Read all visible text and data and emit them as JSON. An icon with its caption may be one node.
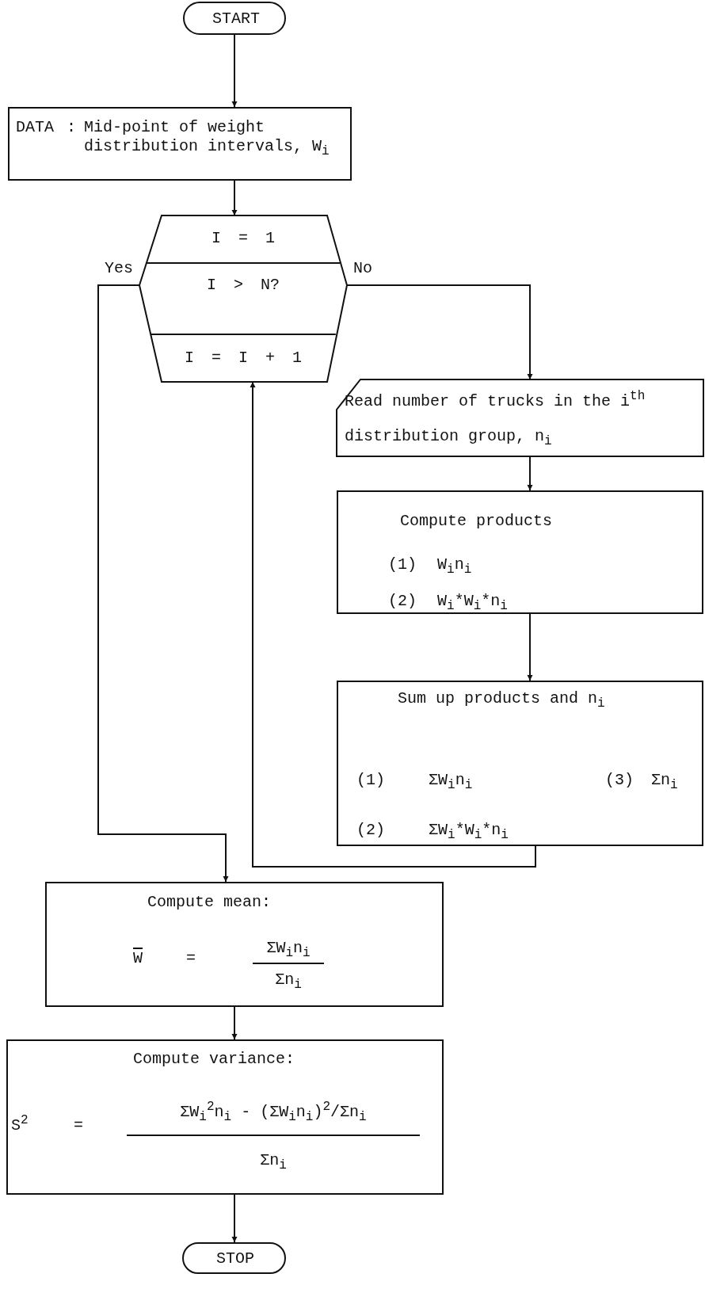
{
  "diagram": {
    "nodes": [
      {
        "text": [
          "START"
        ]
      },
      {
        "text": [
          "DATA",
          ":",
          "Mid-point of weight distribution intervals, W$_{i}$"
        ]
      },
      {
        "text": [
          "I = 1",
          "I > N?",
          "I = I + 1"
        ]
      },
      {
        "text": [
          "Read number of trucks in the i$^{th}$ distribution group, n$_{i}$"
        ]
      },
      {
        "text": [
          "Compute products",
          "(1)",
          "W$_{i}$n$_{i}$",
          "(2)",
          "W$_{i}$*W$_{i}$*n$_{i}$"
        ]
      },
      {
        "text": [
          "Sum up products and n$_{i}$",
          "(1)",
          "ΣW$_{i}$n$_{i}$",
          "(3)",
          "Σn$_{i}$",
          "(2)",
          "ΣW$_{i}$*W$_{i}$*n$_{i}$"
        ]
      },
      {
        "text": [
          "Compute mean:",
          "W",
          "=",
          "ΣW$_{i}$n$_{i}$",
          "Σn$_{i}$"
        ]
      },
      {
        "text": [
          "Compute variance:",
          "S$^{2}$",
          "=",
          "ΣW$_{i}$$^{2}$n$_{i}$ - (ΣW$_{i}$n$_{i}$)$^{2}$/Σn$_{i}$",
          "Σn$_{i}$"
        ]
      },
      {
        "text": [
          "STOP"
        ]
      }
    ],
    "edges": [
      {
        "from": 0,
        "to": 1,
        "arrow": "to"
      },
      {
        "from": 1,
        "to": 2,
        "arrow": "to"
      },
      {
        "from": 2,
        "to": 3,
        "arrow": "to",
        "label": "No"
      },
      {
        "from": 2,
        "to": 6,
        "arrow": "to",
        "label": "Yes"
      },
      {
        "from": 3,
        "to": 4,
        "arrow": "to"
      },
      {
        "from": 4,
        "to": 5,
        "arrow": "to"
      },
      {
        "from": 5,
        "to": 2,
        "arrow": "to"
      },
      {
        "from": 6,
        "to": 7,
        "arrow": "to"
      },
      {
        "from": 7,
        "to": 8,
        "arrow": "to"
      }
    ]
  }
}
